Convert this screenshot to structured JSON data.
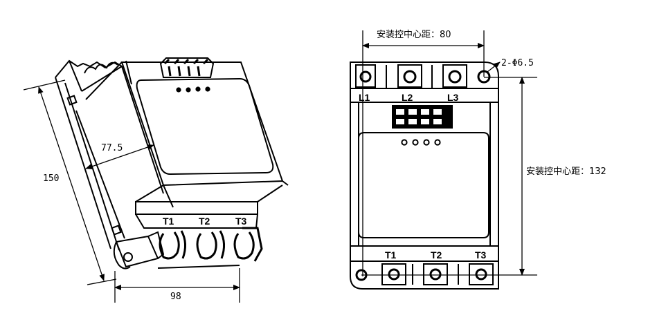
{
  "iso_view": {
    "height_label": "150",
    "depth_label": "77.5",
    "width_label": "98",
    "terminal_labels": [
      "T1",
      "T2",
      "T3"
    ]
  },
  "front_view": {
    "h_spacing_label": "安装控中心距：80",
    "v_spacing_label": "安装控中心距：132",
    "hole_label": "2-Φ6.5",
    "top_terminals": [
      "L1",
      "L2",
      "L3"
    ],
    "bottom_terminals": [
      "T1",
      "T2",
      "T3"
    ]
  }
}
